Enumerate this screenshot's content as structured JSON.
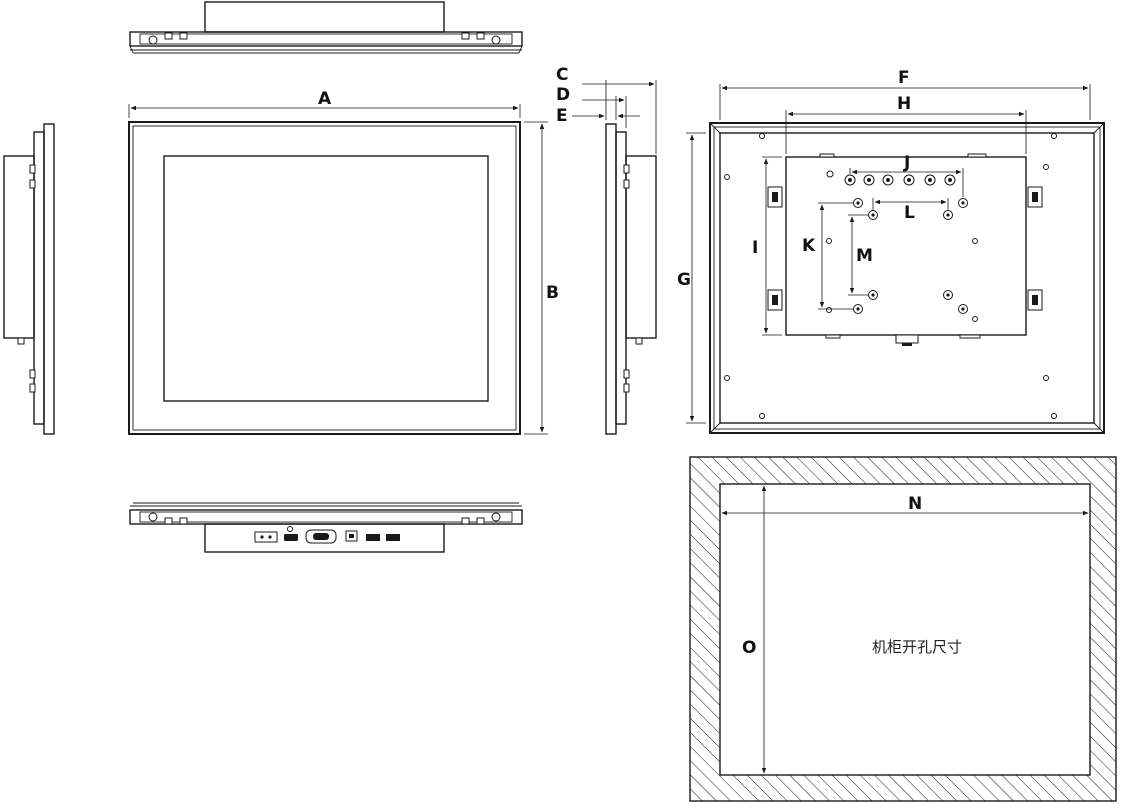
{
  "labels": {
    "A": "A",
    "B": "B",
    "C": "C",
    "D": "D",
    "E": "E",
    "F": "F",
    "G": "G",
    "H": "H",
    "I": "I",
    "J": "J",
    "K": "K",
    "L": "L",
    "M": "M",
    "N": "N",
    "O": "O"
  },
  "cutout_note": "机柜开孔尺寸"
}
